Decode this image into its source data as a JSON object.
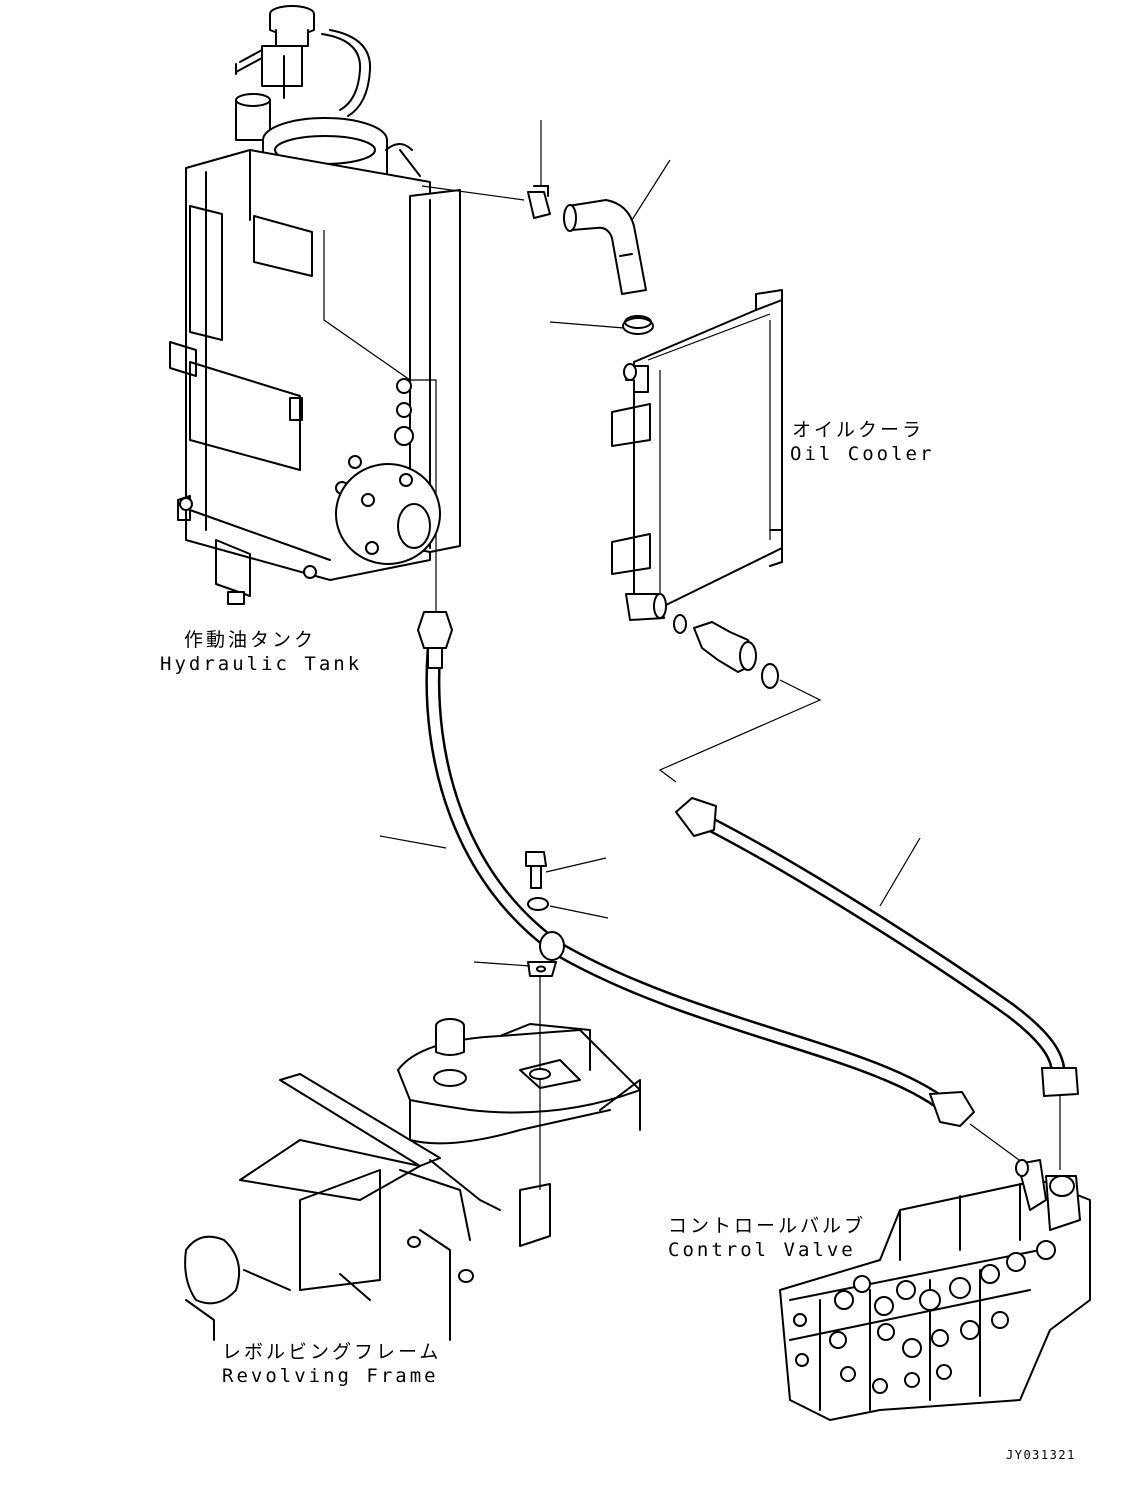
{
  "labels": {
    "oil_cooler": {
      "jp": "オイルクーラ",
      "en": "Oil Cooler"
    },
    "hydraulic_tank": {
      "jp": "作動油タンク",
      "en": "Hydraulic Tank"
    },
    "control_valve": {
      "jp": "コントロールバルブ",
      "en": "Control Valve"
    },
    "revolving_frame": {
      "jp": "レボルビングフレーム",
      "en": "Revolving Frame"
    }
  },
  "drawing_code": "JY031321"
}
